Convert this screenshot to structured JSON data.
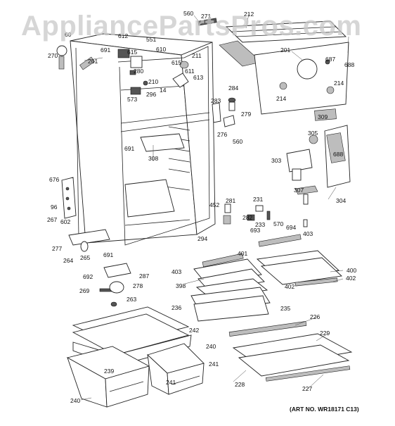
{
  "watermark": "AppliancePartsPros.com",
  "art_number": "(ART NO. WR18171 C13)",
  "labels": [
    "560",
    "271",
    "212",
    "60",
    "612",
    "551",
    "270",
    "691",
    "615",
    "610",
    "211",
    "261",
    "201",
    "687",
    "688",
    "280",
    "615",
    "611",
    "613",
    "210",
    "214",
    "296",
    "14",
    "214",
    "284",
    "573",
    "283",
    "279",
    "276",
    "560",
    "305",
    "309",
    "691",
    "308",
    "688",
    "303",
    "676",
    "96",
    "281",
    "231",
    "307",
    "452",
    "282",
    "570",
    "267",
    "602",
    "233",
    "693",
    "694",
    "403",
    "304",
    "294",
    "277",
    "265",
    "691",
    "264",
    "401",
    "403",
    "400",
    "692",
    "287",
    "398",
    "402",
    "402",
    "269",
    "278",
    "263",
    "236",
    "235",
    "226",
    "242",
    "229",
    "240",
    "239",
    "241",
    "240",
    "241",
    "228",
    "227"
  ]
}
